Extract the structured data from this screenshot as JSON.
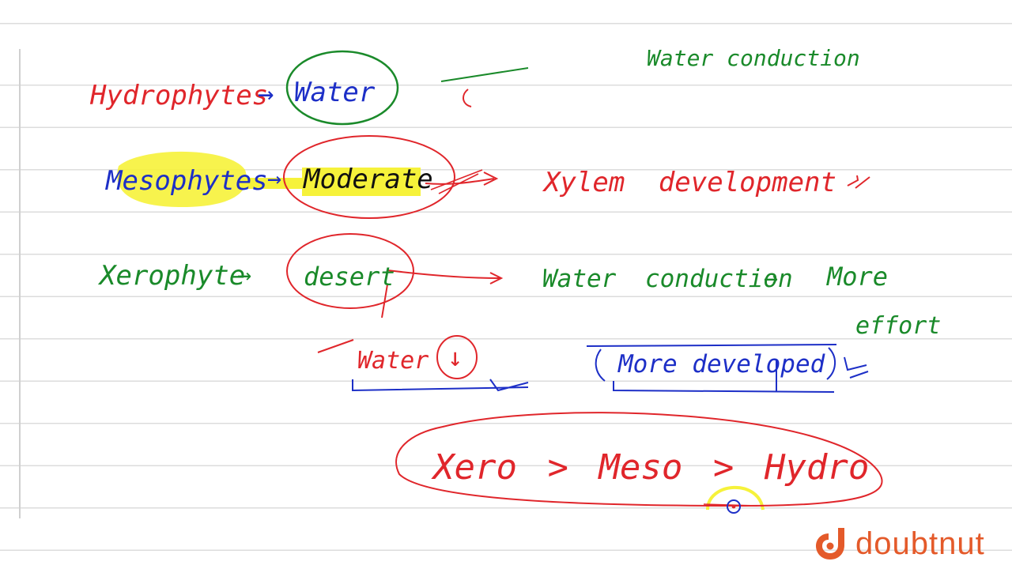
{
  "notes": {
    "top_right": "Water conduction",
    "row1_left": "Hydrophytes",
    "row1_right": "Water",
    "row2_left": "Mesophytes",
    "row2_mid": "Moderate",
    "row2_right": "Xylem development",
    "row3_left": "Xerophyte",
    "row3_mid": "desert",
    "row3_right": "Water conduction",
    "row3_more": "More",
    "row3_effort": "effort",
    "row4_water": "Water",
    "row4_dev": "More developed",
    "summary": "Xero > Meso > Hydro",
    "arrow": "→"
  },
  "brand": {
    "name": "doubtnut",
    "color": "#e45a2a",
    "logo_icon": "doubtnut-logo-icon"
  },
  "colors": {
    "red": "#e0262b",
    "green": "#1a8a2a",
    "blue": "#1d2fc7",
    "highlight": "#f6f23a"
  }
}
